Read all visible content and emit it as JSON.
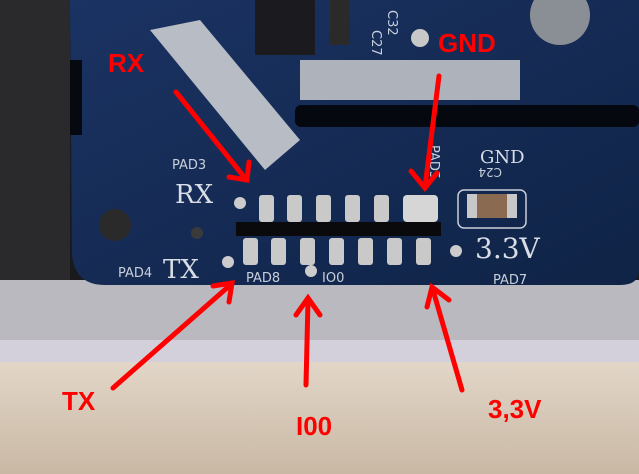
{
  "silkscreen": {
    "pad3": "PAD3",
    "rx": "RX",
    "pad4": "PAD4",
    "tx": "TX",
    "pad8": "PAD8",
    "io0": "IO0",
    "pad5": "PAD5",
    "gnd": "GND",
    "c24": "C24",
    "v33": "3.3V",
    "pad7": "PAD7",
    "c27": "C27",
    "c32": "C32"
  },
  "annotations": {
    "rx": "RX",
    "gnd": "GND",
    "tx": "TX",
    "io0": "I00",
    "v33": "3,3V",
    "color": "#ff0000"
  },
  "colors": {
    "pcb": "#13294f",
    "solder": "#c9c9c9"
  }
}
